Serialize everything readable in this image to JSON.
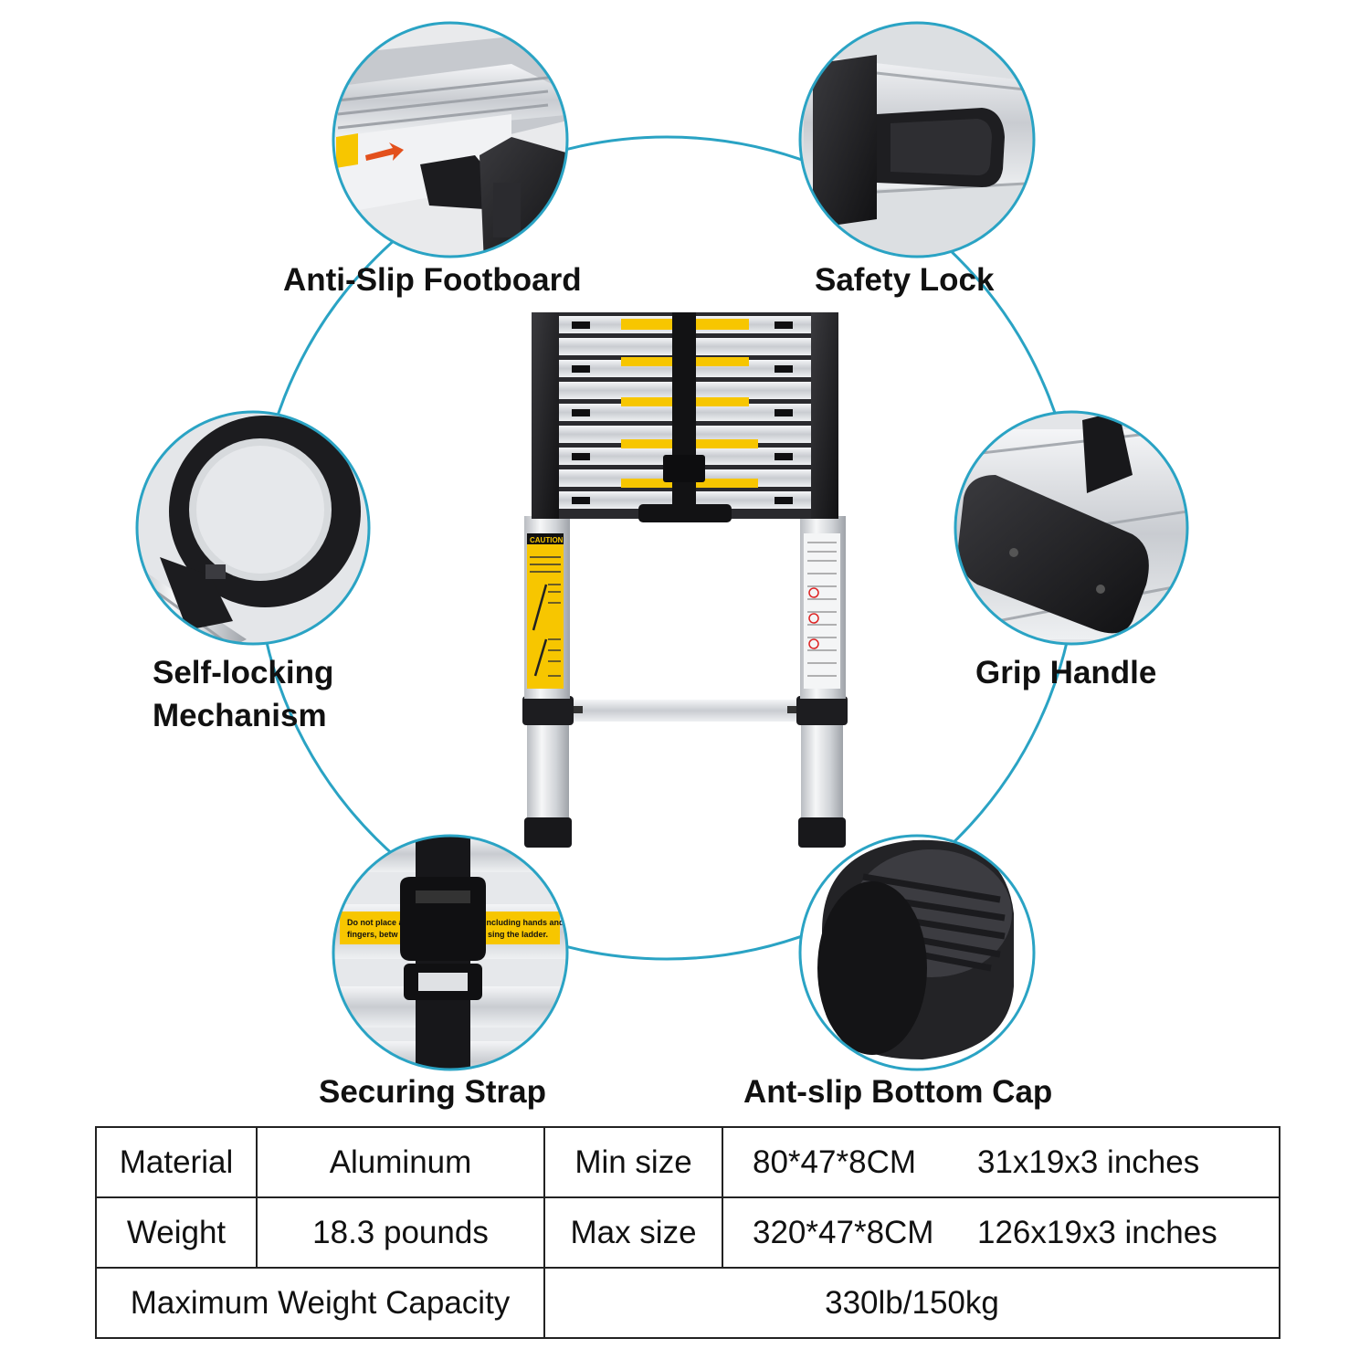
{
  "features": {
    "top_left": "Anti-Slip Footboard",
    "top_right": "Safety Lock",
    "middle_left": [
      "Self-locking",
      "Mechanism"
    ],
    "middle_right": "Grip Handle",
    "bottom_left": "Securing Strap",
    "bottom_right": "Ant-slip Bottom Cap"
  },
  "product_labels": {
    "caution": "CAUTION",
    "strap_sticker_left": [
      "Do not place any",
      "fingers, betw"
    ],
    "strap_sticker_right": [
      "including hands and",
      "sing the ladder."
    ]
  },
  "specs": {
    "material_label": "Material",
    "material_value": "Aluminum",
    "min_size_label": "Min size",
    "min_size_cm": "80*47*8CM",
    "min_size_in": "31x19x3 inches",
    "weight_label": "Weight",
    "weight_value": "18.3 pounds",
    "max_size_label": "Max size",
    "max_size_cm": "320*47*8CM",
    "max_size_in": "126x19x3 inches",
    "capacity_label": "Maximum Weight Capacity",
    "capacity_value": "330lb/150kg"
  },
  "colors": {
    "ring": "#2aa3c4",
    "aluminum": "#d3d6da",
    "rubber": "#1f1f22",
    "sticker": "#f7c600"
  },
  "icons": [
    "ladder-illustration",
    "footboard-closeup",
    "safety-lock-closeup",
    "locking-ring-closeup",
    "grip-handle-closeup",
    "strap-buckle-closeup",
    "bottom-cap-closeup"
  ]
}
